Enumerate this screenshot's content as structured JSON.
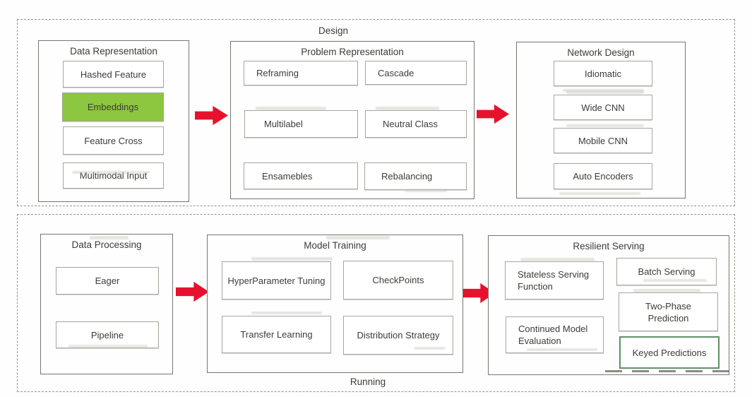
{
  "colors": {
    "accent_red": "#e8112d",
    "highlight_green_fill": "#8dc63f",
    "highlight_green_border": "#5f8f66",
    "box_border": "#a6a69e",
    "group_border": "#76766f",
    "dashed_border": "#94948c",
    "text": "#3c3c36"
  },
  "icons": {
    "flow_arrow": "right-block-arrow-icon"
  },
  "diagram": {
    "sections": [
      {
        "label": "Design",
        "groups": [
          {
            "title": "Data Representation",
            "items": [
              {
                "label": "Hashed Feature"
              },
              {
                "label": "Embeddings",
                "highlight": "green-fill"
              },
              {
                "label": "Feature Cross"
              },
              {
                "label": "Multimodal Input"
              }
            ]
          },
          {
            "title": "Problem Representation",
            "items": [
              {
                "label": "Reframing"
              },
              {
                "label": "Cascade"
              },
              {
                "label": "Multilabel"
              },
              {
                "label": "Neutral Class"
              },
              {
                "label": "Ensamebles"
              },
              {
                "label": "Rebalancing"
              }
            ]
          },
          {
            "title": "Network Design",
            "items": [
              {
                "label": "Idiomatic"
              },
              {
                "label": "Wide CNN"
              },
              {
                "label": "Mobile CNN"
              },
              {
                "label": "Auto Encoders"
              }
            ]
          }
        ]
      },
      {
        "label": "Running",
        "groups": [
          {
            "title": "Data Processing",
            "items": [
              {
                "label": "Eager"
              },
              {
                "label": "Pipeline"
              }
            ]
          },
          {
            "title": "Model Training",
            "items": [
              {
                "label": "HyperParameter Tuning"
              },
              {
                "label": "CheckPoints"
              },
              {
                "label": "Transfer Learning"
              },
              {
                "label": "Distribution Strategy"
              }
            ]
          },
          {
            "title": "Resilient Serving",
            "items": [
              {
                "label": "Stateless Serving Function"
              },
              {
                "label": "Batch Serving"
              },
              {
                "label": "Continued Model Evaluation"
              },
              {
                "label": "Two-Phase Prediction"
              },
              {
                "label": "Keyed Predictions",
                "highlight": "green-outline"
              }
            ]
          }
        ]
      }
    ]
  }
}
